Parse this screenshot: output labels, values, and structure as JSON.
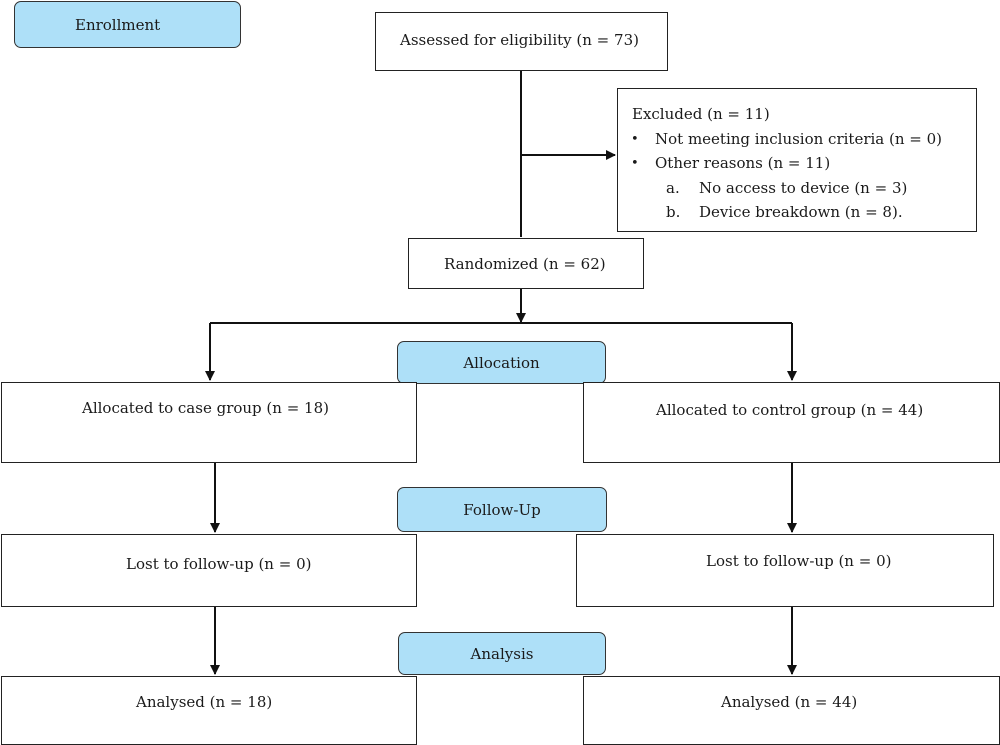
{
  "stages": {
    "enrollment": "Enrollment",
    "allocation": "Allocation",
    "follow_up": "Follow-Up",
    "analysis": "Analysis"
  },
  "assessed": "Assessed for eligibility (n = 73)",
  "excluded": {
    "title": "Excluded  (n = 11)",
    "items": [
      "Not meeting inclusion criteria (n = 0)",
      "Other reasons (n = 11)"
    ],
    "sub_markers": [
      "a.",
      "b."
    ],
    "sub_items": [
      "No access to device (n = 3)",
      "Device breakdown (n = 8)."
    ]
  },
  "randomized": "Randomized (n = 62)",
  "case_group": {
    "allocated": "Allocated to case group (n = 18)",
    "lost": "Lost to follow-up (n = 0)",
    "analysed": "Analysed  (n = 18)"
  },
  "control_group": {
    "allocated": "Allocated to control group (n = 44)",
    "lost": "Lost to follow-up (n = 0)",
    "analysed": "Analysed  (n = 44)"
  }
}
